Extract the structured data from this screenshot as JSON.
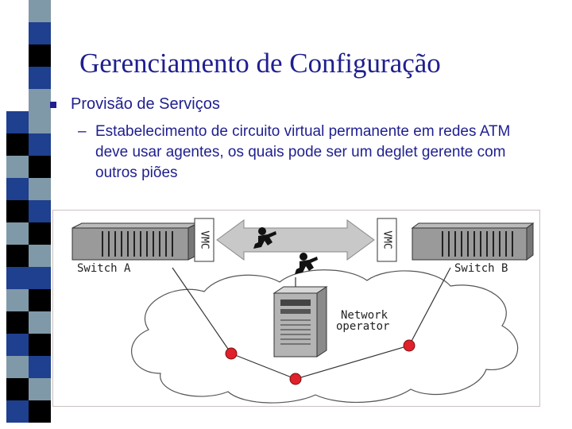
{
  "slide": {
    "title": "Gerenciamento de Configuração",
    "bullet_1": "Provisão de Serviços",
    "dash": "–",
    "sub_bullet": "Estabelecimento de circuito virtual permanente em redes ATM deve usar agentes, os quais pode ser um deglet gerente com outros piões"
  },
  "figure": {
    "switch_a_label": "Switch A",
    "switch_b_label": "Switch B",
    "vmc_left": "VMC",
    "vmc_right": "VMC",
    "network_operator_line1": "Network",
    "network_operator_line2": "operator"
  },
  "colors": {
    "title_text": "#1f1f8f",
    "sidebar_blue": "#1f3f8f",
    "sidebar_black": "#000000",
    "sidebar_gray": "#7f99a8",
    "node_red": "#e0202a"
  }
}
